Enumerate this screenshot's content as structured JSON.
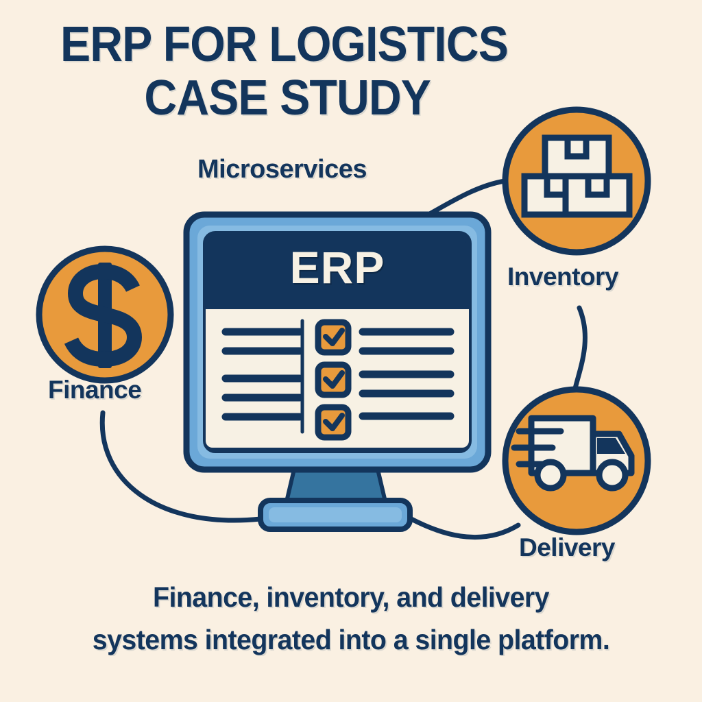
{
  "poster": {
    "title_line1": "ERP FOR LOGISTICS",
    "title_line2": "CASE STUDY",
    "caption_line1": "Finance, inventory, and delivery",
    "caption_line2": "systems integrated into a single platform.",
    "background_color": "#faf0e2",
    "navy_color": "#13355c",
    "orange_color": "#e89a3c",
    "blue_color": "#6ba8d8",
    "cream_color": "#f7f1e4"
  },
  "center": {
    "device": "desktop-monitor",
    "screen_title": "ERP",
    "label_above": "Microservices",
    "screen_body": {
      "left_lines": 5,
      "checkbox_count": 3,
      "checkbox_state": "checked",
      "right_lines": 5
    }
  },
  "nodes": [
    {
      "id": "finance",
      "label": "Finance",
      "icon": "dollar-sign-icon",
      "circle_color": "#e89a3c"
    },
    {
      "id": "inventory",
      "label": "Inventory",
      "icon": "stacked-boxes-icon",
      "circle_color": "#e89a3c"
    },
    {
      "id": "delivery",
      "label": "Delivery",
      "icon": "delivery-truck-icon",
      "circle_color": "#e89a3c"
    }
  ]
}
